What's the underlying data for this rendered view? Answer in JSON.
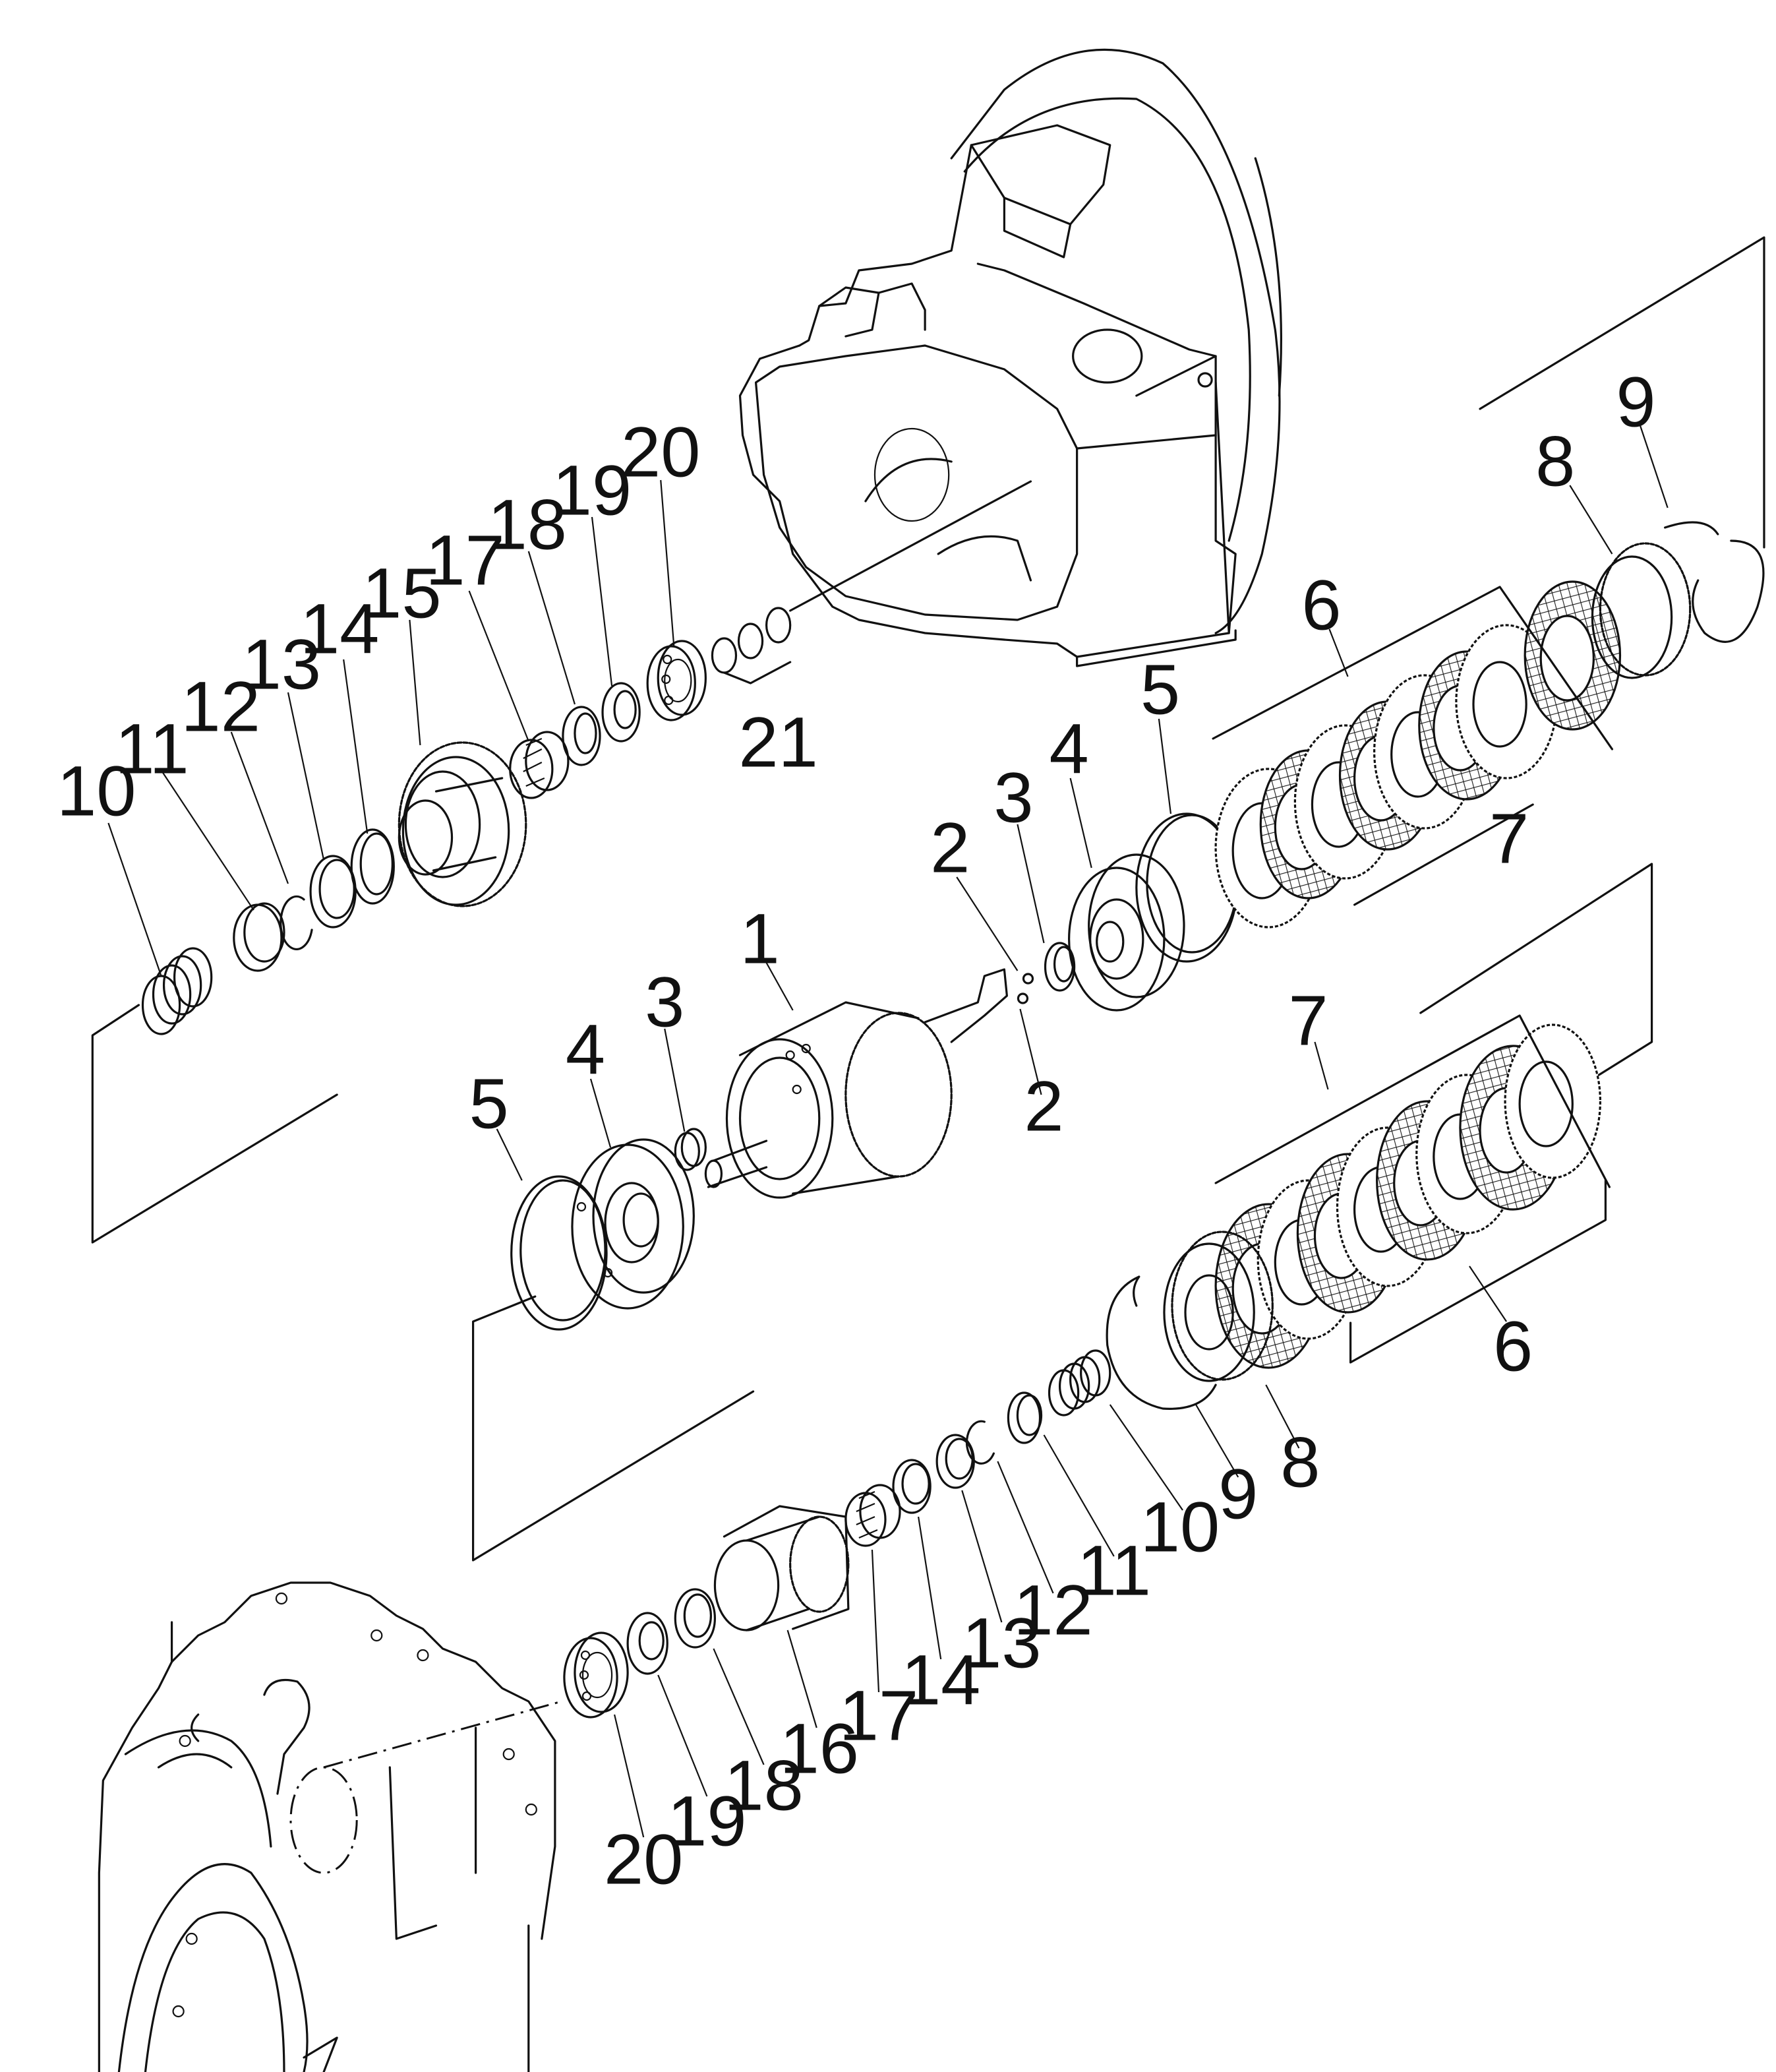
{
  "callouts": {
    "c1": "1",
    "c2a": "2",
    "c2b": "2",
    "c3a": "3",
    "c3b": "3",
    "c4a": "4",
    "c4b": "4",
    "c5a": "5",
    "c5b": "5",
    "c6a": "6",
    "c6b": "6",
    "c7a": "7",
    "c7b": "7",
    "c8a": "8",
    "c8b": "8",
    "c9a": "9",
    "c9b": "9",
    "c10a": "10",
    "c10b": "10",
    "c11a": "11",
    "c11b": "11",
    "c12a": "12",
    "c12b": "12",
    "c13a": "13",
    "c13b": "13",
    "c14a": "14",
    "c14b": "14",
    "c15": "15",
    "c16": "16",
    "c17a": "17",
    "c17b": "17",
    "c18a": "18",
    "c18b": "18",
    "c19a": "19",
    "c19b": "19",
    "c20a": "20",
    "c20b": "20",
    "c21": "21"
  },
  "colors": {
    "ink": "#111111",
    "paper": "#ffffff"
  }
}
